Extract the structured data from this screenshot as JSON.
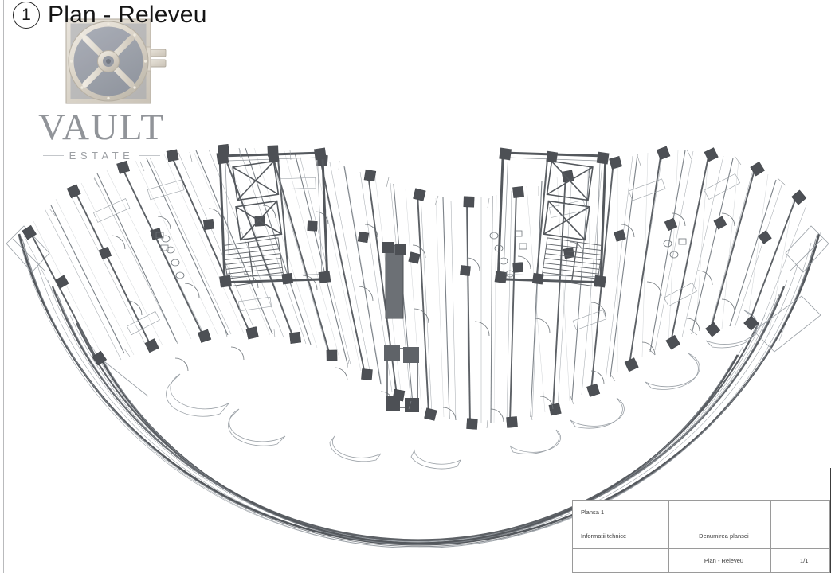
{
  "sheet": {
    "detail_number": "1",
    "title": "Plan - Releveu",
    "border_color": "#b9babc"
  },
  "watermark": {
    "icon": "vault-door-icon",
    "brand": "VAULT",
    "tagline": "ESTATE",
    "color": "#8e9196"
  },
  "title_block": {
    "plansa_label": "Plansa  1",
    "info_label": "Informatii tehnice",
    "denumire_label": "Denumirea plansei",
    "denumire_value": "Plan - Releveu",
    "page_number": "1/1"
  },
  "floorplan": {
    "description": "Curved crescent-shaped residential floor plan (releveu) with two vertical circulation cores",
    "wall_color": "#5d6166",
    "column_color": "#4d5055",
    "thin_line_color": "#8d9297",
    "cores": [
      {
        "name": "left-core",
        "elevators": 2,
        "stairs": 1
      },
      {
        "name": "right-core",
        "elevators": 2,
        "stairs": 1
      }
    ]
  }
}
